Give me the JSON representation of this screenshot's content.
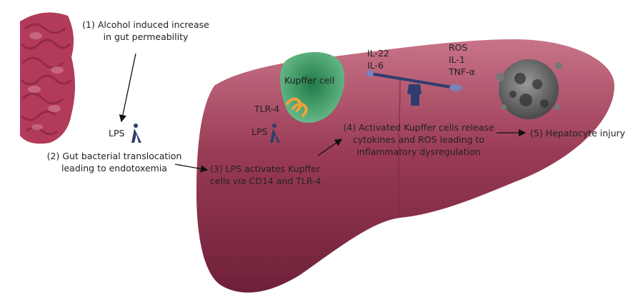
{
  "steps": {
    "step1": {
      "line1": "(1) Alcohol induced increase",
      "line2": "in gut permeability"
    },
    "step2": {
      "line1": "(2) Gut bacterial translocation",
      "line2": "leading to endotoxemia"
    },
    "step3": {
      "line1": "(3) LPS activates Kupffer",
      "line2_a": "cells ",
      "line2_via": "via",
      "line2_b": " CD14 and TLR-4"
    },
    "step4": {
      "line1": "(4) Activated Kupffer cells release",
      "line2": "cytokines and ROS leading to",
      "line3": "inflammatory dysregulation"
    },
    "step5": {
      "label": "(5) Hepatocyte injury"
    }
  },
  "labels": {
    "lps_gut": "LPS",
    "lps_liver": "LPS",
    "tlr4": "TLR-4",
    "kupffer_cell": "Kupffer cell"
  },
  "balance": {
    "left": [
      "IL-22",
      "IL-6"
    ],
    "right": [
      "ROS",
      "IL-1",
      "TNF-α"
    ]
  },
  "colors": {
    "liver": "#9a3b55",
    "liver_dark": "#6e2038",
    "liver_light": "#c87489",
    "gut": "#b23a5a",
    "kupffer": "#2e8a58",
    "tlr4": "#f0a23a",
    "lps": "#2f3d6e",
    "balance": "#2f3d6e",
    "injured_cell": "#6e6e6e"
  }
}
